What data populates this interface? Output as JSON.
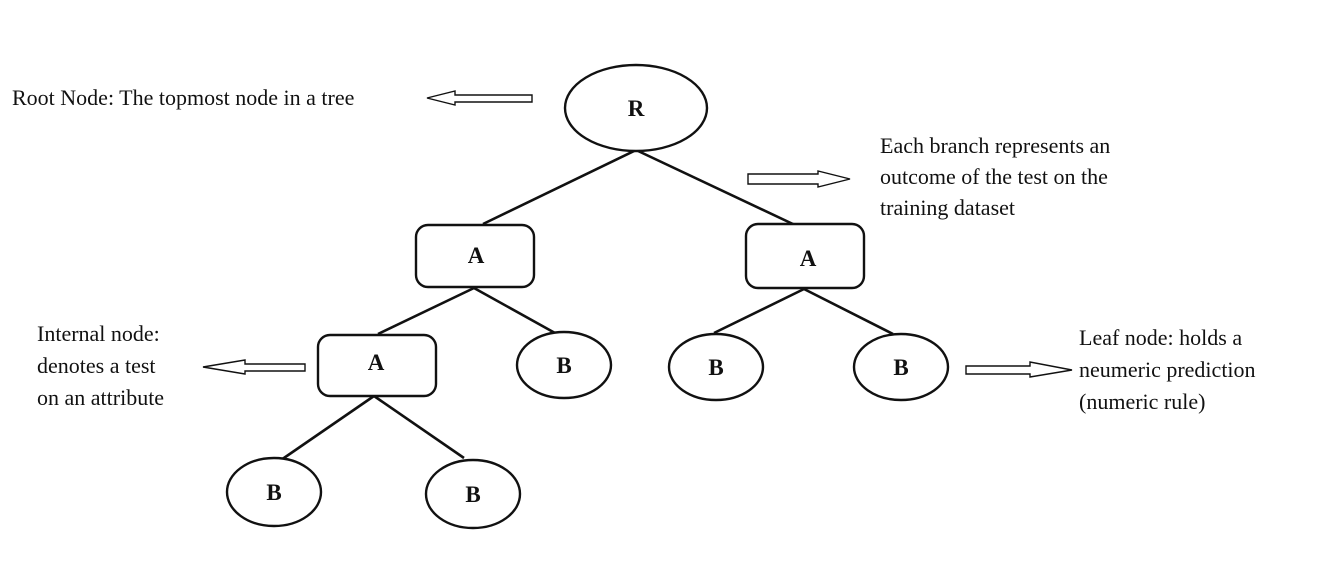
{
  "tree": {
    "nodes": [
      {
        "id": "root",
        "label": "R",
        "shape": "ellipse"
      },
      {
        "id": "internal-left",
        "label": "A",
        "shape": "rounded-rect"
      },
      {
        "id": "internal-right",
        "label": "A",
        "shape": "rounded-rect"
      },
      {
        "id": "internal-left-left",
        "label": "A",
        "shape": "rounded-rect"
      },
      {
        "id": "leaf-left-right",
        "label": "B",
        "shape": "ellipse"
      },
      {
        "id": "leaf-right-left",
        "label": "B",
        "shape": "ellipse"
      },
      {
        "id": "leaf-right-right",
        "label": "B",
        "shape": "ellipse"
      },
      {
        "id": "leaf-bottom-left",
        "label": "B",
        "shape": "ellipse"
      },
      {
        "id": "leaf-bottom-right",
        "label": "B",
        "shape": "ellipse"
      }
    ],
    "edges": [
      [
        "root",
        "internal-left"
      ],
      [
        "root",
        "internal-right"
      ],
      [
        "internal-left",
        "internal-left-left"
      ],
      [
        "internal-left",
        "leaf-left-right"
      ],
      [
        "internal-right",
        "leaf-right-left"
      ],
      [
        "internal-right",
        "leaf-right-right"
      ],
      [
        "internal-left-left",
        "leaf-bottom-left"
      ],
      [
        "internal-left-left",
        "leaf-bottom-right"
      ]
    ]
  },
  "annotations": {
    "root_node": {
      "lines": [
        "Root Node: The topmost node in a tree"
      ],
      "arrow_direction": "left"
    },
    "branch": {
      "lines": [
        "Each branch represents an",
        "outcome of the test on the",
        "training dataset"
      ],
      "arrow_direction": "right"
    },
    "internal_node": {
      "lines": [
        "Internal node:",
        "denotes  a test",
        "on an attribute"
      ],
      "arrow_direction": "left"
    },
    "leaf_node": {
      "lines": [
        "Leaf node: holds a",
        "neumeric prediction",
        "(numeric rule)"
      ],
      "arrow_direction": "right"
    }
  },
  "colors": {
    "background": "#ffffff",
    "stroke": "#111111",
    "text": "#111111"
  }
}
